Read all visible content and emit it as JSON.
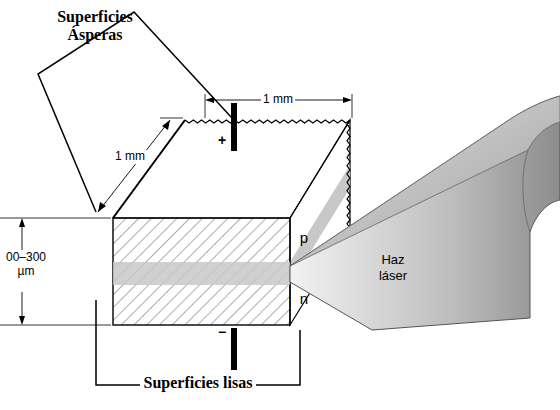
{
  "diagram": {
    "nodes": [
      {
        "text": [
          "Haz láser"
        ]
      }
    ],
    "labels": [
      "Superficies Ásperas",
      "1 mm",
      "1 mm",
      "+",
      "p",
      "00–300 µm",
      "n",
      "−",
      "Superficies lisas"
    ]
  }
}
